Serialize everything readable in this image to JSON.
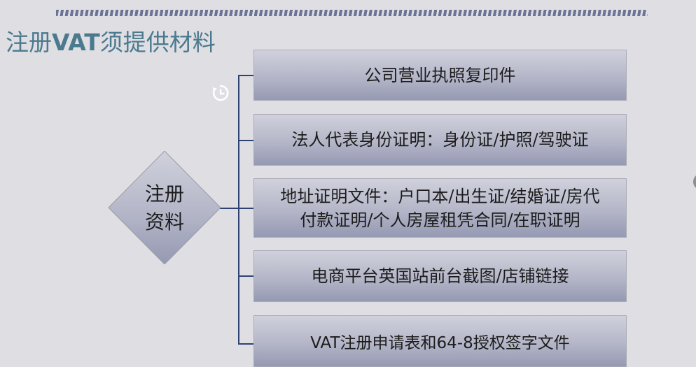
{
  "slide": {
    "title_prefix": "注册",
    "title_latin": "VAT",
    "title_suffix": "须提供材料",
    "center_node": {
      "line1": "注册",
      "line2": "资料"
    },
    "items": [
      {
        "text": "公司营业执照复印件"
      },
      {
        "text": "法人代表身份证明：身份证/护照/驾驶证"
      },
      {
        "line1": "地址证明文件：户口本/出生证/结婚证/房代",
        "line2": "付款证明/个人房屋租凭合同/在职证明"
      },
      {
        "text": "电商平台英国站前台截图/店铺链接"
      },
      {
        "text": "VAT注册申请表和64-8授权签字文件"
      }
    ],
    "colors": {
      "title": "#4b7a8f",
      "connector": "#2f4373",
      "dash_bar": "#6b7396",
      "background": "#dfdee2"
    }
  },
  "overlay": {
    "history_icon": "history-icon"
  }
}
